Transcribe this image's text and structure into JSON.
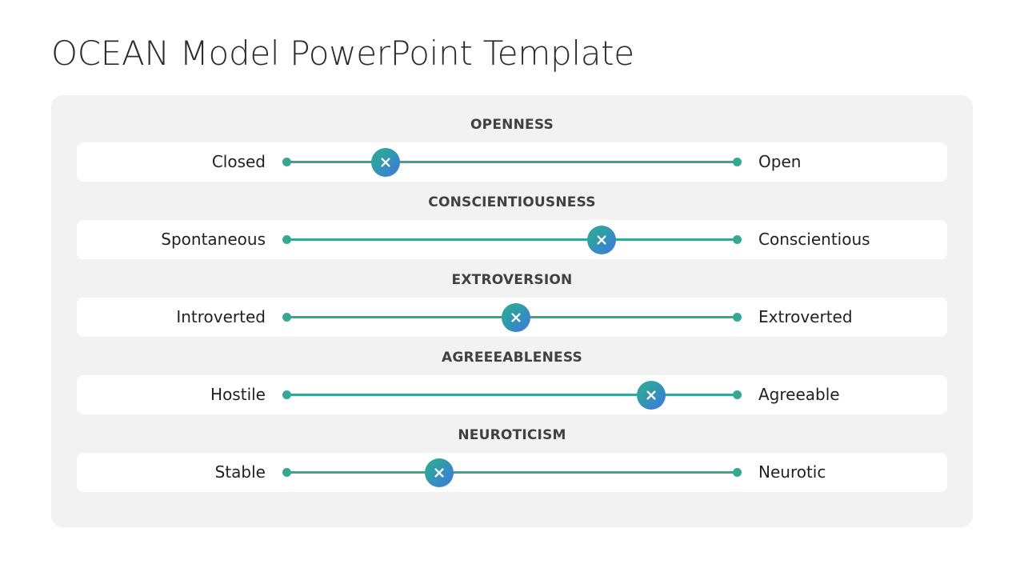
{
  "slide": {
    "title": "OCEAN Model PowerPoint Template",
    "background_color": "#ffffff",
    "panel_color": "#f2f2f2",
    "row_color": "#ffffff",
    "accent_teal": "#35a894",
    "accent_blue": "#3f7ad8",
    "header_color": "#414141",
    "label_color": "#231f20"
  },
  "traits": [
    {
      "header": "OPENNESS",
      "left_label": "Closed",
      "right_label": "Open",
      "marker_position_percent": 22,
      "marker_icon": "x-close-icon"
    },
    {
      "header": "CONSCIENTIOUSNESS",
      "left_label": "Spontaneous",
      "right_label": "Conscientious",
      "marker_position_percent": 70,
      "marker_icon": "x-close-icon"
    },
    {
      "header": "EXTROVERSION",
      "left_label": "Introverted",
      "right_label": "Extroverted",
      "marker_position_percent": 51,
      "marker_icon": "x-close-icon"
    },
    {
      "header": "AGREEEABLENESS",
      "left_label": "Hostile",
      "right_label": "Agreeable",
      "marker_position_percent": 81,
      "marker_icon": "x-close-icon"
    },
    {
      "header": "NEUROTICISM",
      "left_label": "Stable",
      "right_label": "Neurotic",
      "marker_position_percent": 34,
      "marker_icon": "x-close-icon"
    }
  ]
}
